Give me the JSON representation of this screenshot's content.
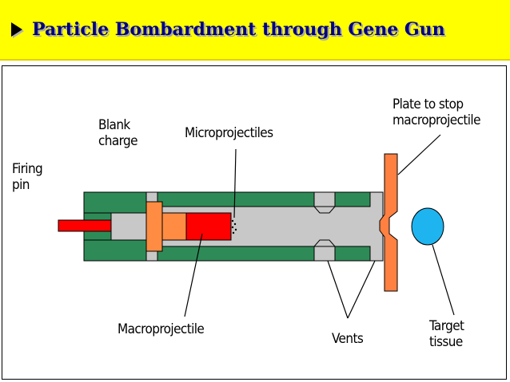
{
  "slide": {
    "title": "Particle Bombardment through Gene Gun",
    "bullet_icon": "arrow-bullet-icon",
    "banner_color": "#ffff00",
    "title_color": "#000080"
  },
  "diagram": {
    "labels": {
      "firing_pin": "Firing\npin",
      "blank_charge": "Blank\ncharge",
      "microprojectiles": "Microprojectiles",
      "plate": "Plate to stop\nmacroprojectile",
      "macroprojectile": "Macroprojectile",
      "vents": "Vents",
      "target_tissue": "Target\ntissue"
    },
    "colors": {
      "barrel_wall": "#2e8b57",
      "chamber_gray": "#c8c8c8",
      "firing_pin_red": "#ff0000",
      "blank_charge_orange": "#ff8c42",
      "macroprojectile_red": "#ff0000",
      "plate_orange": "#ff8040",
      "target_blue": "#1eb4f0"
    }
  }
}
